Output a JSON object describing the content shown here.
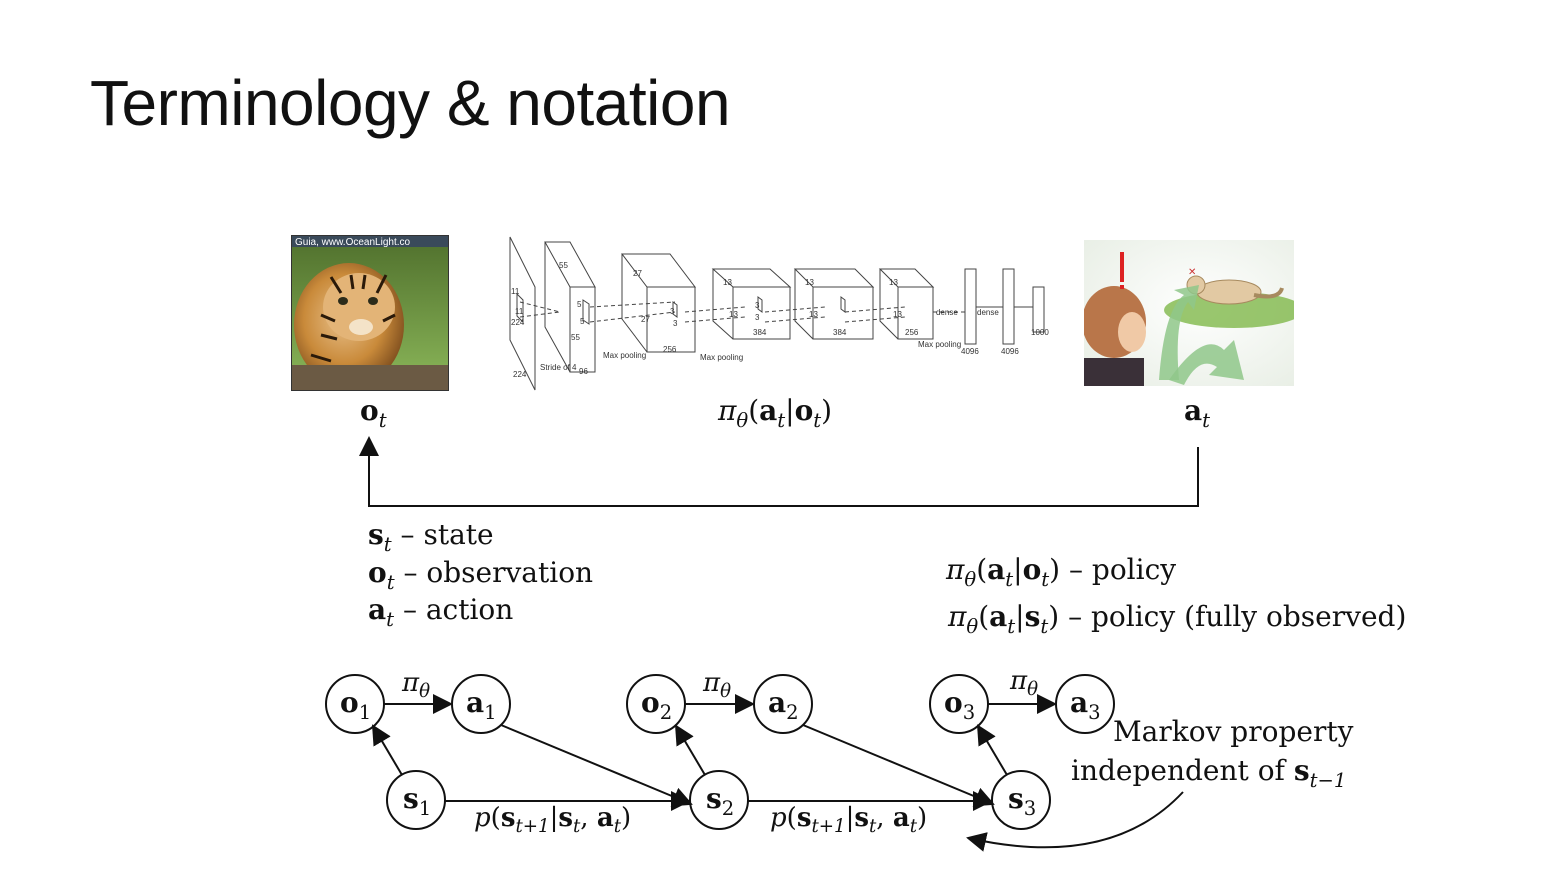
{
  "title": "Terminology & notation",
  "top_labels": {
    "observation_symbol": "o",
    "observation_sub": "t",
    "policy_symbol": "π",
    "policy_theta": "θ",
    "action_symbol": "a",
    "action_sub": "t"
  },
  "tiger_image": {
    "watermark": "Guia, www.OceanLight.co"
  },
  "network_diagram": {
    "labels": [
      "11",
      "11",
      "224",
      "224",
      "55",
      "55",
      "5",
      "5",
      "Stride of 4",
      "96",
      "27",
      "27",
      "256",
      "Max pooling",
      "3",
      "3",
      "13",
      "13",
      "384",
      "Max pooling",
      "3",
      "3",
      "13",
      "13",
      "384",
      "13",
      "13",
      "256",
      "Max pooling",
      "dense",
      "dense",
      "4096",
      "4096",
      "1000"
    ]
  },
  "terms": [
    {
      "sym": "s",
      "sub": "t",
      "desc": "– state"
    },
    {
      "sym": "o",
      "sub": "t",
      "desc": "– observation"
    },
    {
      "sym": "a",
      "sub": "t",
      "desc": "– action"
    }
  ],
  "policies": [
    {
      "cond": "o",
      "desc": "– policy"
    },
    {
      "cond": "s",
      "desc": "– policy (fully observed)"
    }
  ],
  "graph": {
    "nodes": [
      {
        "id": "o1",
        "sym": "o",
        "sub": "1"
      },
      {
        "id": "a1",
        "sym": "a",
        "sub": "1"
      },
      {
        "id": "s1",
        "sym": "s",
        "sub": "1"
      },
      {
        "id": "o2",
        "sym": "o",
        "sub": "2"
      },
      {
        "id": "a2",
        "sym": "a",
        "sub": "2"
      },
      {
        "id": "s2",
        "sym": "s",
        "sub": "2"
      },
      {
        "id": "o3",
        "sym": "o",
        "sub": "3"
      },
      {
        "id": "a3",
        "sym": "a",
        "sub": "3"
      },
      {
        "id": "s3",
        "sym": "s",
        "sub": "3"
      }
    ],
    "pi_label": "π",
    "pi_sub": "θ",
    "transition_label": "p(s_{t+1}|s_t, a_t)",
    "markov_line1": "Markov property",
    "markov_line2": "independent of",
    "markov_sym": "s",
    "markov_sub": "t−1"
  },
  "colors": {
    "text": "#111111",
    "arrow_green": "#8fc78a",
    "grass": "#7fb84a",
    "tiger_orange": "#c98a3a"
  }
}
